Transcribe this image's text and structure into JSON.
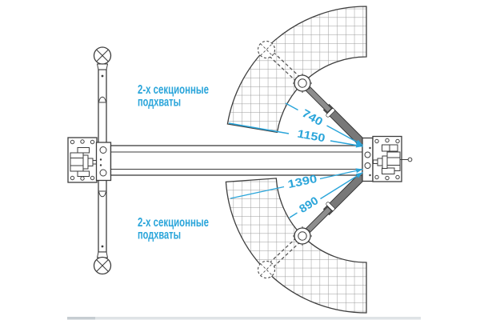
{
  "captions": {
    "upper_arms": {
      "line1": "2-х секционные",
      "line2": "подхваты"
    },
    "lower_arms": {
      "line1": "2-х секционные",
      "line2": "подхваты"
    }
  },
  "dimensions": {
    "upper_min_reach": "740",
    "upper_max_reach": "1150",
    "lower_max_reach": "1390",
    "lower_min_reach": "890"
  },
  "colors": {
    "accent": "#2aa5da",
    "line": "#3d3d3d",
    "hatch": "#9b9b9b",
    "arm": "#787878"
  }
}
